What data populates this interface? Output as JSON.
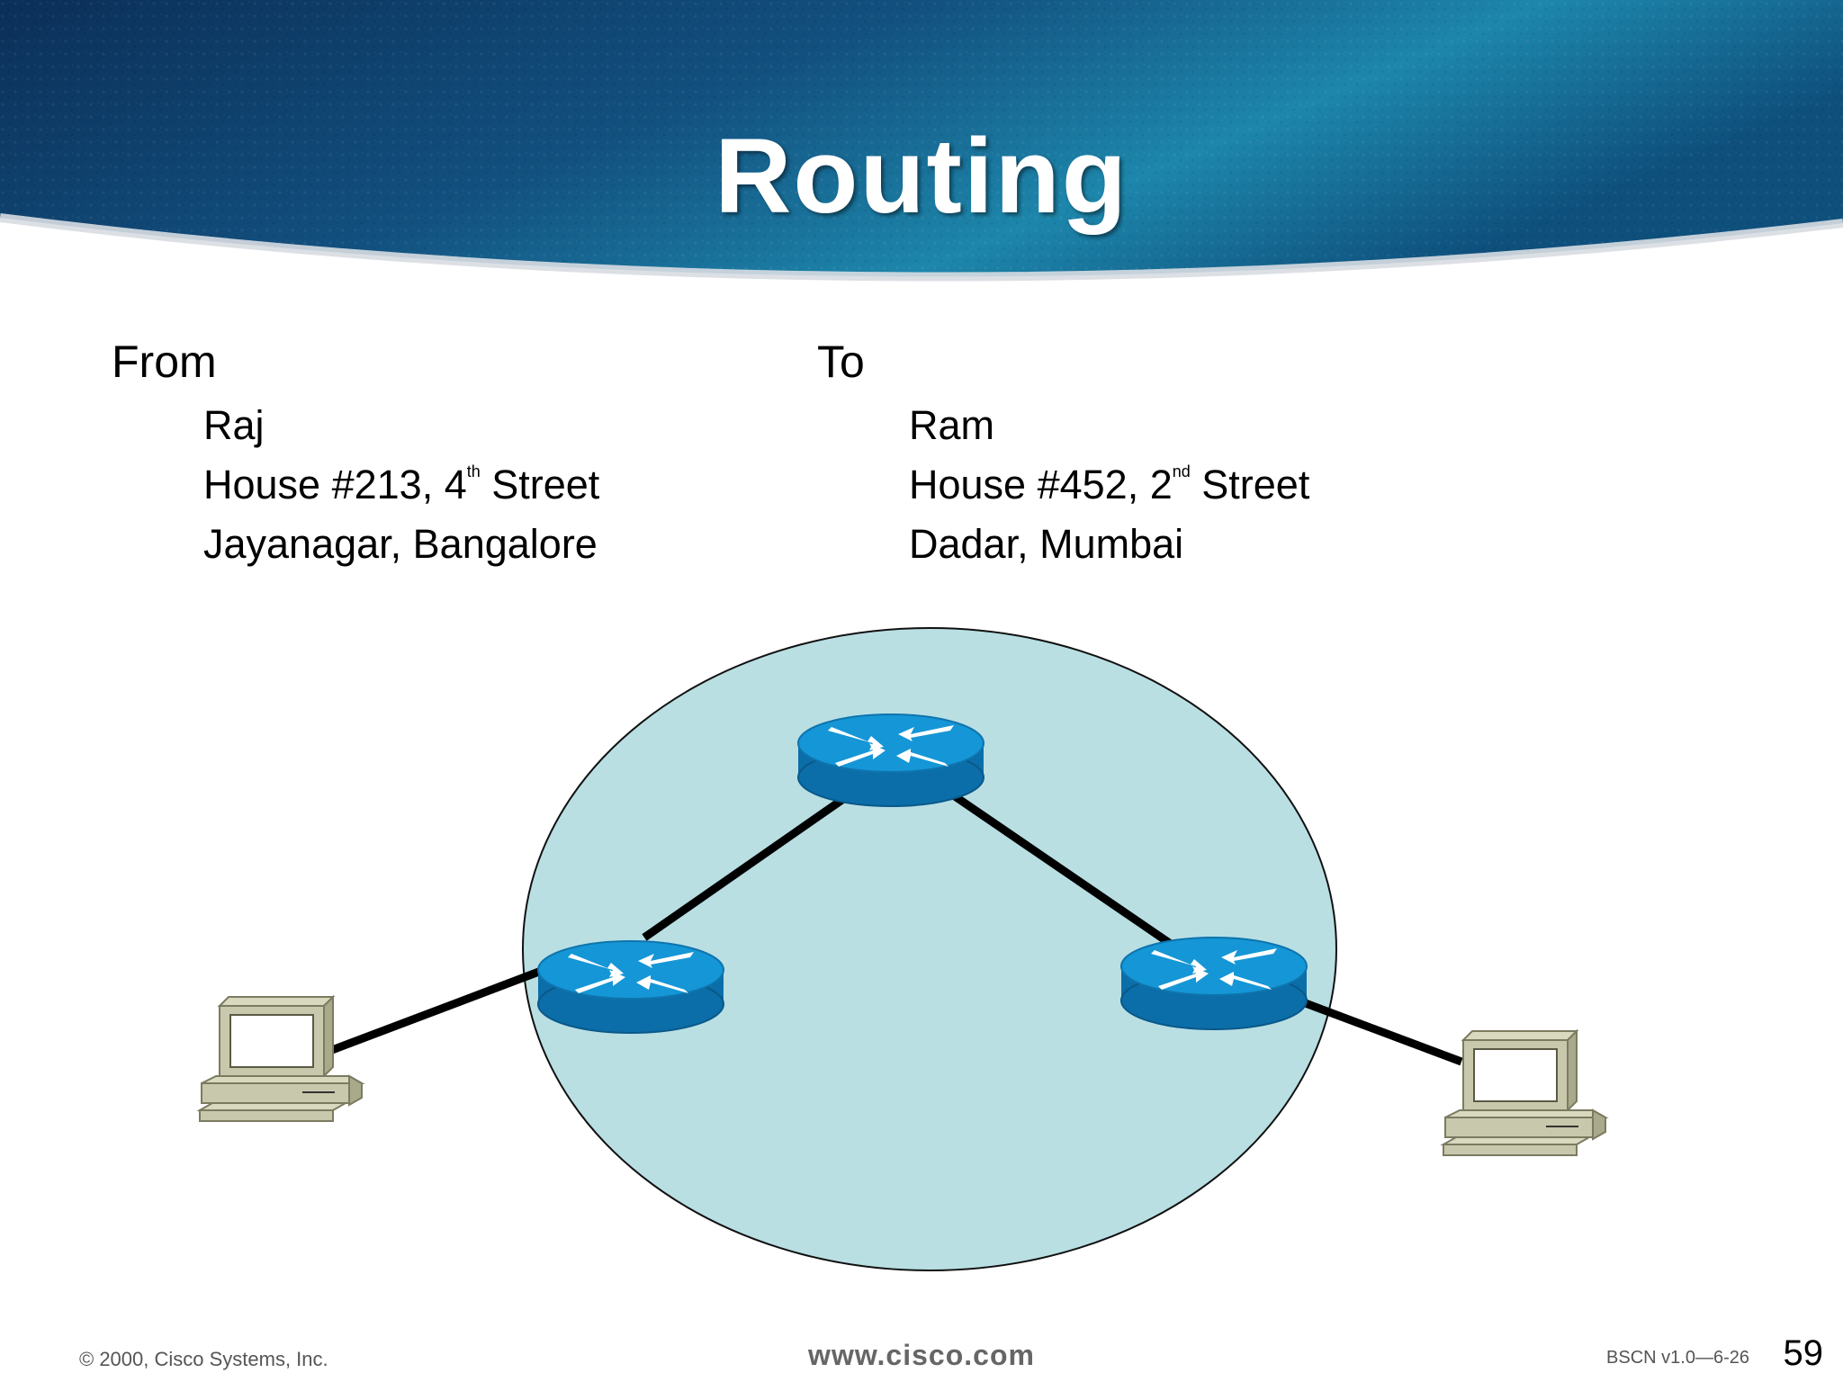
{
  "slide": {
    "title": "Routing",
    "colors": {
      "header_dark": "#0c3560",
      "header_light": "#1f8fb1",
      "network_cloud": "#b9dfe3",
      "router_blue": "#1a8ac6",
      "link": "#000000"
    }
  },
  "from": {
    "heading": "From",
    "name": "Raj",
    "street_pre": "House #213, 4",
    "street_sup": "th",
    "street_post": " Street",
    "area": "Jayanagar, Bangalore"
  },
  "to": {
    "heading": "To",
    "name": "Ram",
    "street_pre": "House #452, 2",
    "street_sup": "nd",
    "street_post": " Street",
    "area": "Dadar, Mumbai"
  },
  "diagram": {
    "icons": [
      "router-icon",
      "router-icon",
      "router-icon",
      "pc-icon",
      "pc-icon"
    ]
  },
  "footer": {
    "copyright": "© 2000, Cisco Systems, Inc.",
    "website": "www.cisco.com",
    "course_code": "BSCN v1.0—6-26",
    "page_number": "59"
  }
}
